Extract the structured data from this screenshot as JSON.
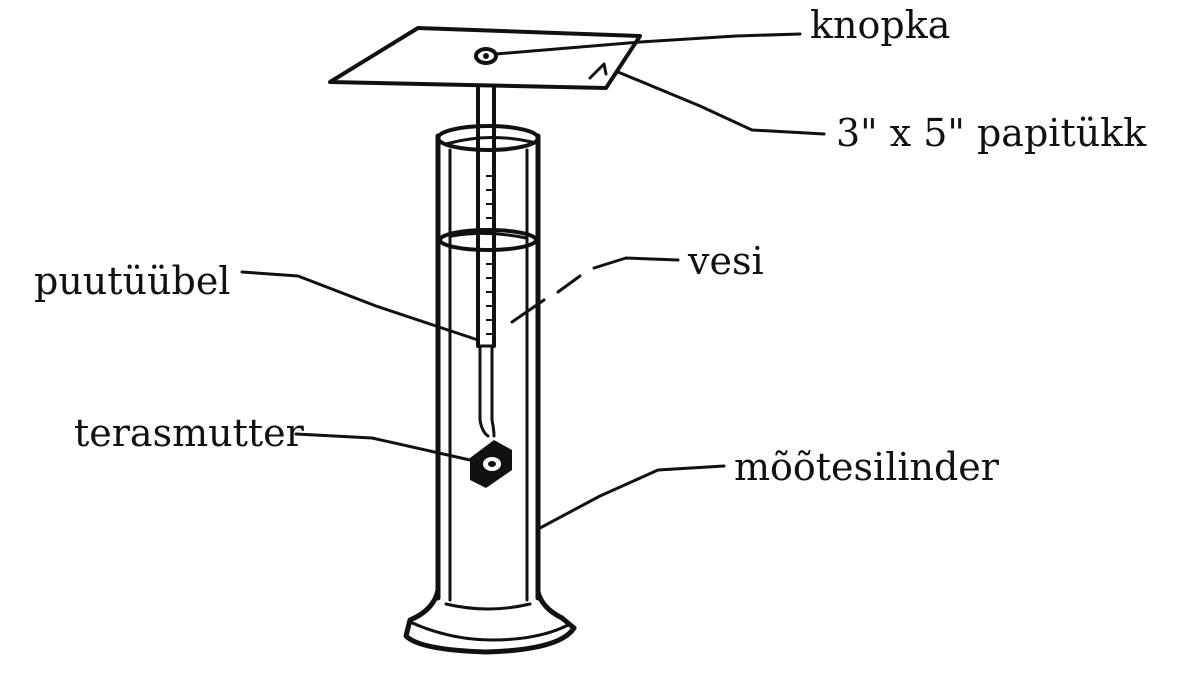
{
  "labels": {
    "thumbtack": "knopka",
    "paper": "3\" x 5\" papitükk",
    "water": "vesi",
    "dowel": "puutüübel",
    "nut": "terasmutter",
    "cylinder": "mõõtesilinder"
  },
  "colors": {
    "ink": "#111111",
    "background": "#ffffff"
  }
}
